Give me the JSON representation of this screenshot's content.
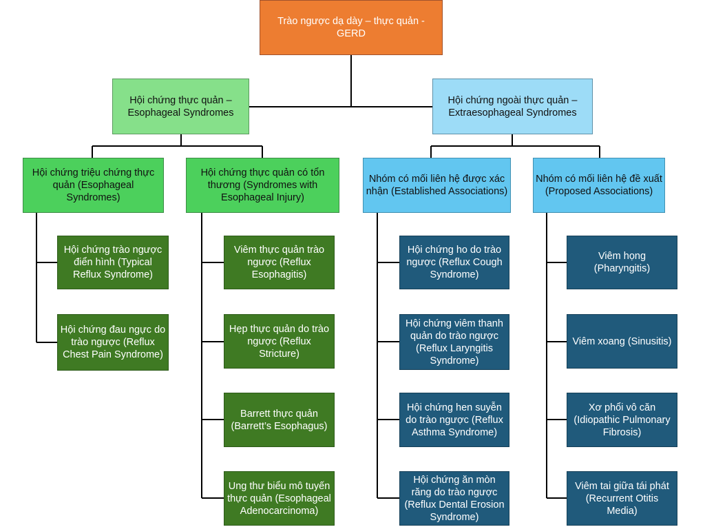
{
  "root": {
    "label": "Trào ngược dạ dày – thực quản - GERD"
  },
  "esophageal": {
    "label": "Hội chứng thực quản – Esophageal Syndromes",
    "symptomatic": {
      "label": "Hội chứng triệu chứng thực quản (Esophageal Syndromes)",
      "items": [
        "Hội chứng trào ngược điển hình (Typical Reflux Syndrome)",
        "Hội chứng đau ngực do trào ngược (Reflux Chest Pain Syndrome)"
      ]
    },
    "injury": {
      "label": "Hội chứng thực quản có tổn thương (Syndromes with Esophageal Injury)",
      "items": [
        "Viêm thực quản trào ngược (Reflux Esophagitis)",
        "Hẹp thực quản do trào ngược (Reflux Stricture)",
        "Barrett thực quản (Barrett’s Esophagus)",
        "Ung thư biểu mô tuyến thực quản (Esophageal Adenocarcinoma)"
      ]
    }
  },
  "extraesophageal": {
    "label": "Hội chứng ngoài thực quản – Extraesophageal Syndromes",
    "established": {
      "label": "Nhóm có mối liên hệ được xác nhận (Established Associations)",
      "items": [
        "Hội chứng ho do trào ngược (Reflux Cough Syndrome)",
        "Hội chứng viêm thanh quản do trào ngược (Reflux Laryngitis Syndrome)",
        "Hội chứng hen suyễn do trào ngược (Reflux Asthma Syndrome)",
        "Hội chứng ăn mòn răng do trào ngược (Reflux Dental Erosion Syndrome)"
      ]
    },
    "proposed": {
      "label": "Nhóm có mối liên hệ đề xuất (Proposed Associations)",
      "items": [
        "Viêm họng (Pharyngitis)",
        "Viêm xoang (Sinusitis)",
        "Xơ phổi vô căn (Idiopathic Pulmonary Fibrosis)",
        "Viêm tai giữa tái phát (Recurrent Otitis Media)"
      ]
    }
  }
}
